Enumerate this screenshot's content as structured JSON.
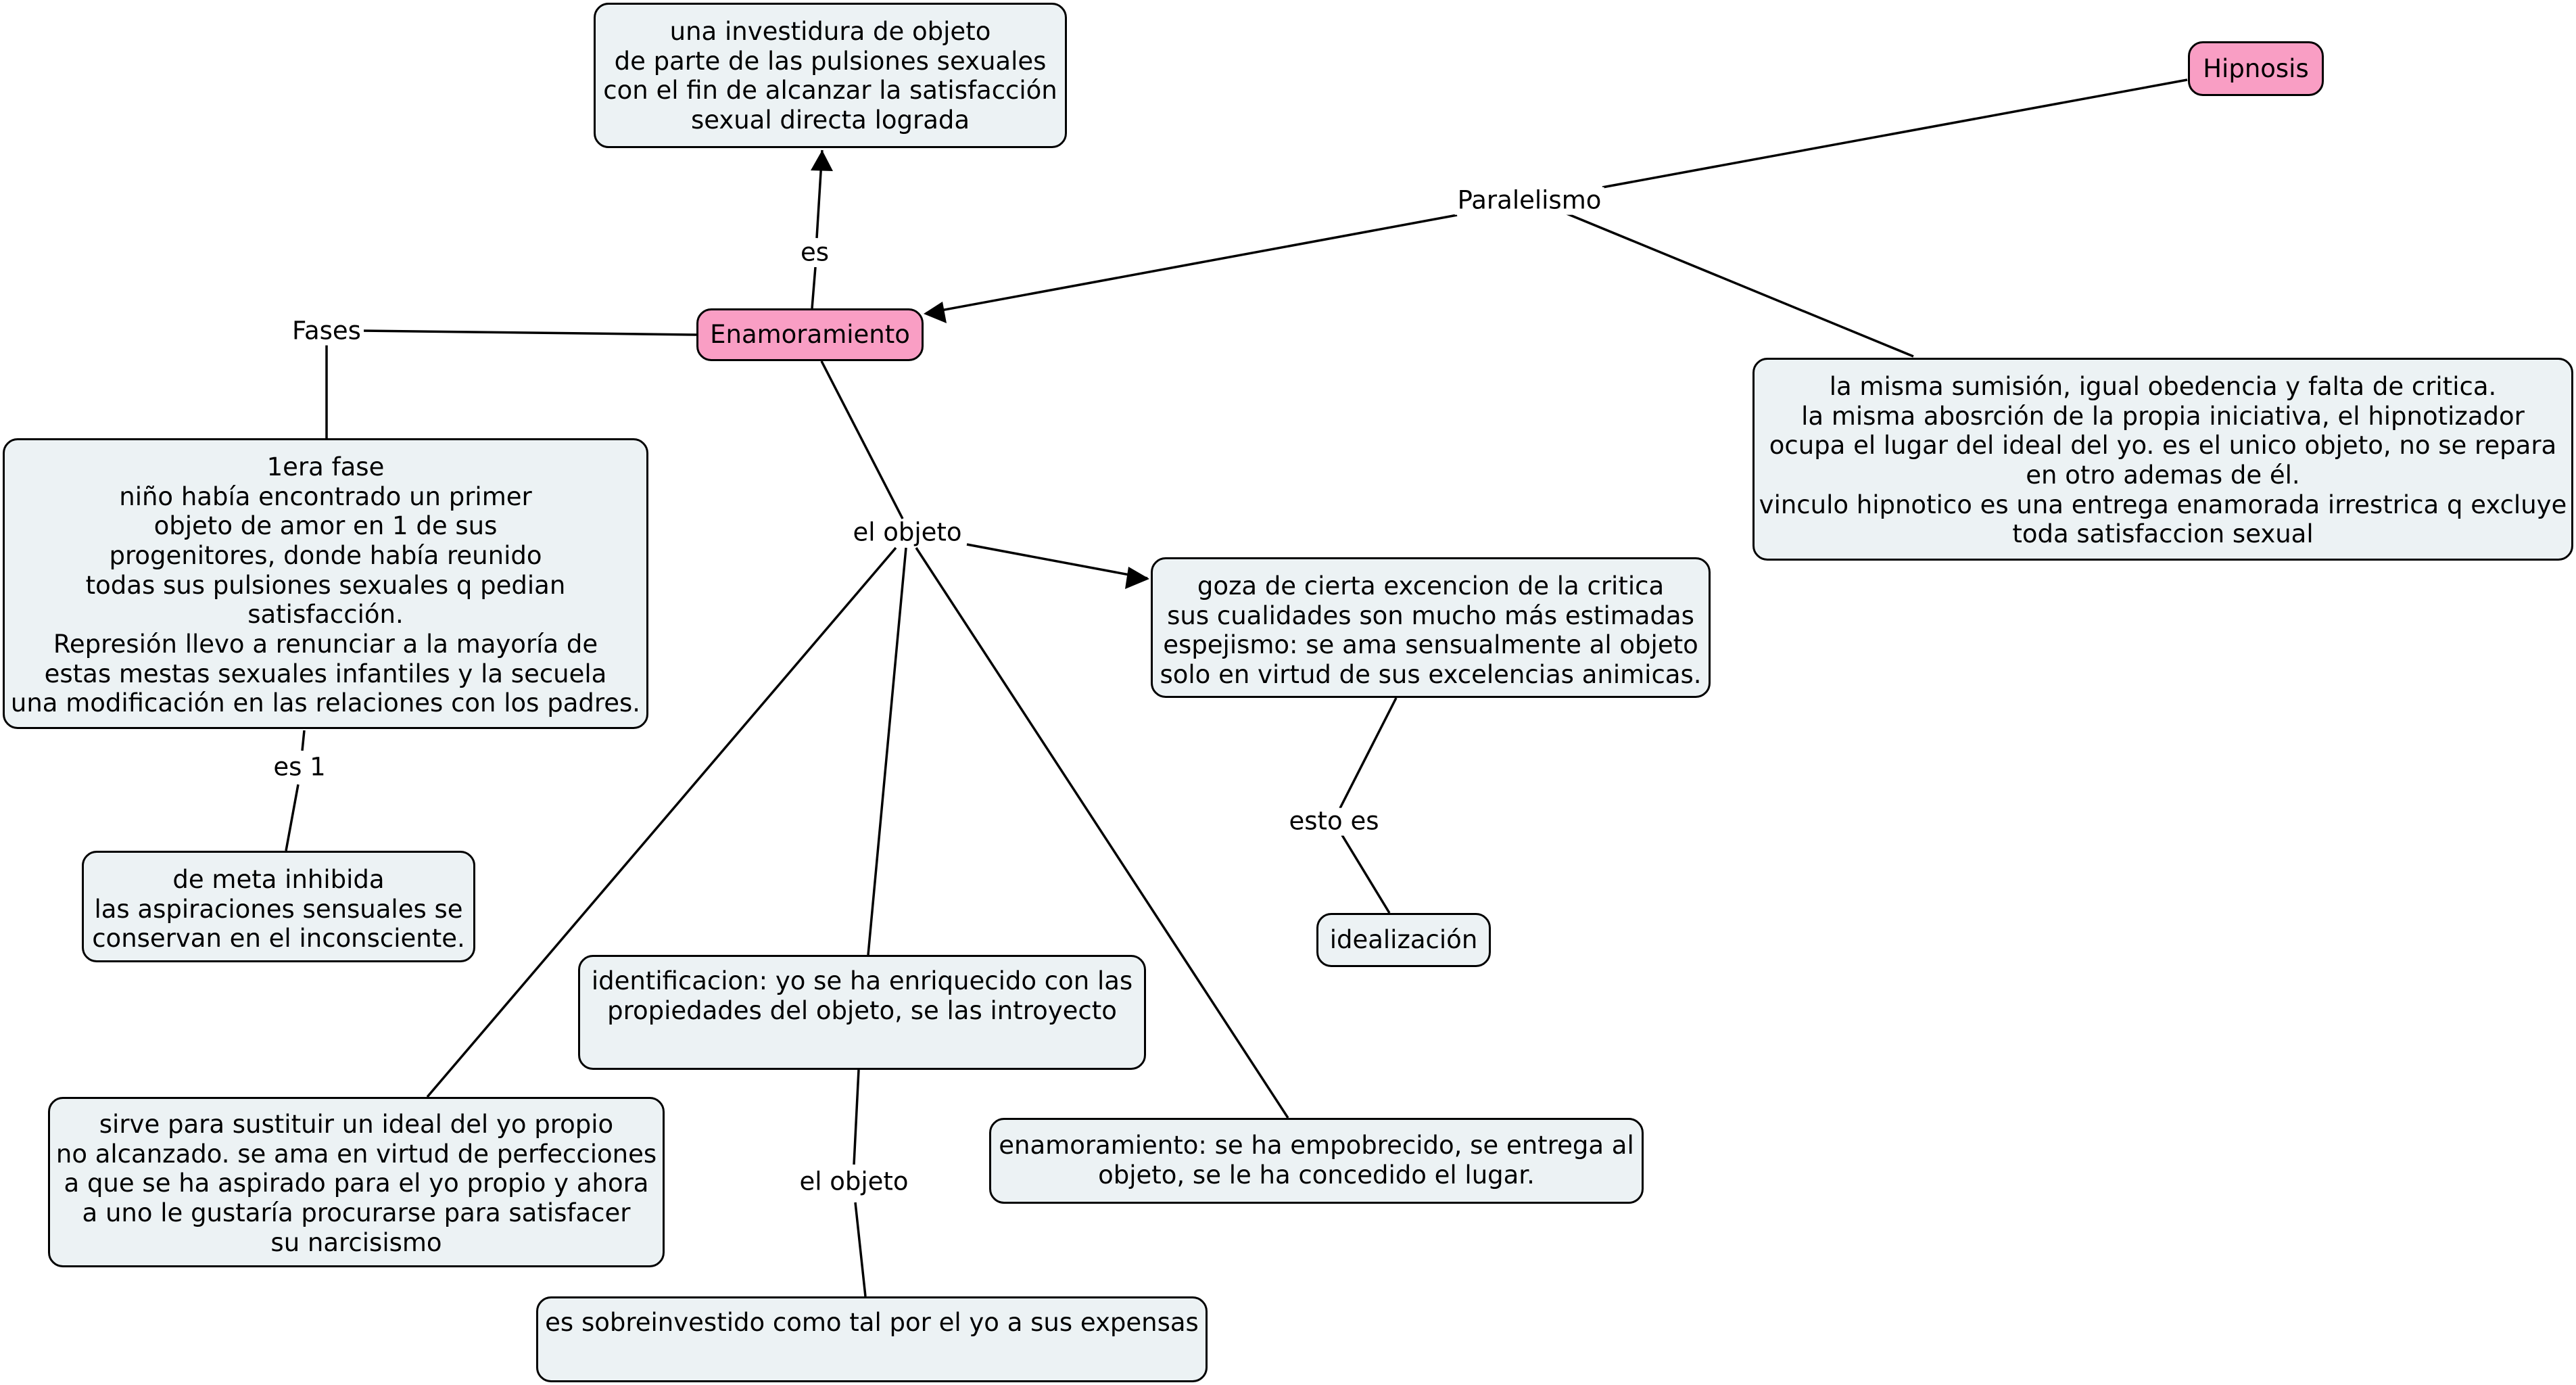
{
  "concepts": {
    "enamoramiento": "Enamoramiento",
    "hipnosis": "Hipnosis",
    "investidura": "una investidura de objeto\nde parte de las pulsiones sexuales\ncon el fin de alcanzar la satisfacción\nsexual directa lograda",
    "primera_fase": "1era fase\nniño había encontrado un primer\nobjeto de amor en 1 de sus\nprogenitores, donde había reunido\ntodas sus pulsiones sexuales q pedian\nsatisfacción.\nRepresión llevo a renunciar a la mayoría de\nestas mestas sexuales infantiles y la secuela\nuna modificación en las relaciones con los padres.",
    "meta_inhibida": "de meta inhibida\nlas aspiraciones sensuales se\nconservan en el inconsciente.",
    "misma_sumision": "la misma sumisión, igual obedencia y falta de critica.\nla misma abosrción de la propia iniciativa, el hipnotizador\nocupa el lugar del ideal del yo. es el unico objeto, no se repara\nen otro ademas de él.\nvinculo hipnotico es una entrega enamorada irrestrica q excluye\ntoda satisfaccion sexual",
    "goza": "goza de cierta excencion de la critica\nsus cualidades son mucho más estimadas\nespejismo: se ama sensualmente al objeto\nsolo en virtud de sus excelencias animicas.",
    "idealizacion": "idealización",
    "identificacion": "identificacion: yo se ha enriquecido con las\npropiedades del objeto, se las introyecto",
    "sirve": "sirve para sustituir un ideal del yo propio\nno alcanzado. se ama en virtud de perfecciones\na que se ha aspirado para el yo propio y ahora\na uno le gustaría procurarse para satisfacer\nsu narcisismo",
    "enamoramiento_empobrecido": "enamoramiento: se ha empobrecido, se entrega al\nobjeto, se le ha concedido el lugar.",
    "sobreinvestido": "es sobreinvestido como tal por el yo a sus expensas"
  },
  "link_labels": {
    "es": "es",
    "paralelismo": "Paralelismo",
    "fases": "Fases",
    "es_1": "es 1",
    "el_objeto": "el objeto",
    "esto_es": "esto es",
    "el_objeto_2": "el objeto"
  },
  "colors": {
    "concept_fill": "#ecf2f4",
    "root_fill": "#f99ec4",
    "line": "#000000"
  }
}
